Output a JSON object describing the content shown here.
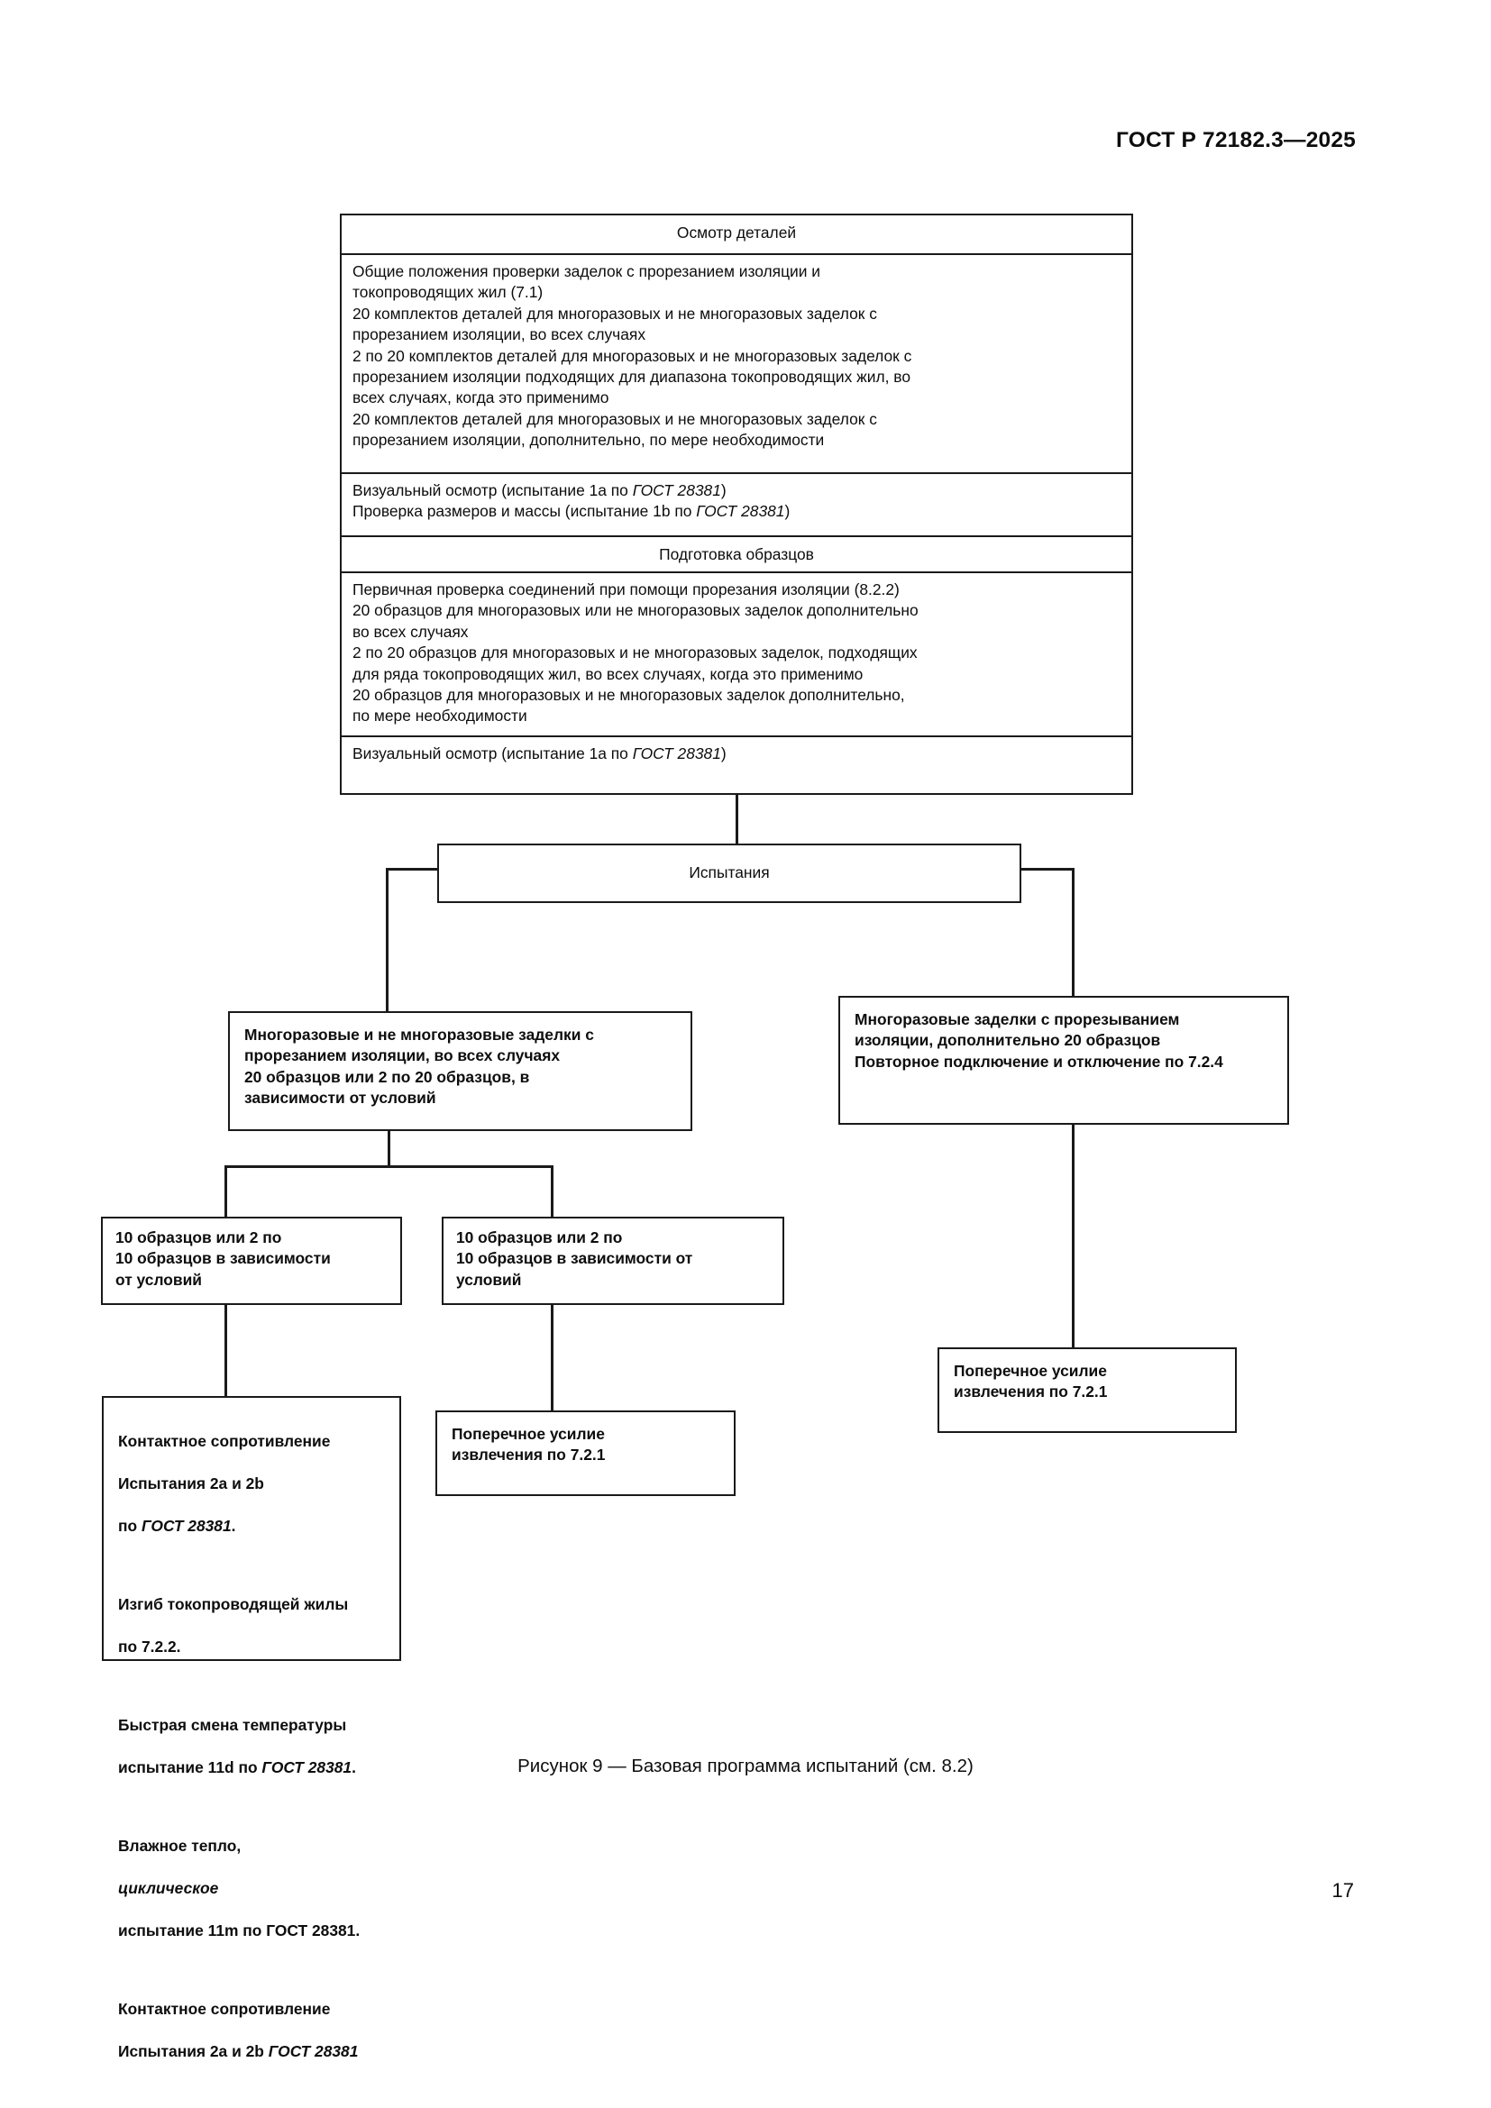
{
  "document": {
    "running_head": "ГОСТ Р 72182.3—2025",
    "page_number": "17",
    "figure_caption": "Рисунок 9 — Базовая программа испытаний (см. 8.2)"
  },
  "flowchart": {
    "title": "Базовая программа испытаний",
    "inspection_table": {
      "header_parts": "Осмотр деталей",
      "parts_requirements": "Общие положения проверки заделок с прорезанием изоляции и\nтокопроводящих жил (7.1)\n20 комплектов деталей для многоразовых и не многоразовых заделок с\nпрорезанием изоляции, во всех случаях\n2 по 20 комплектов деталей для многоразовых и не многоразовых заделок с\nпрорезанием изоляции подходящих для диапазона токопроводящих жил, во\nвсех случаях, когда это применимо\n20 комплектов деталей для многоразовых и не многоразовых заделок с\nпрорезанием изоляции, дополнительно, по мере необходимости",
      "visual_check_line1_a": "Визуальный осмотр (испытание 1a по ",
      "visual_check_line1_std": "ГОСТ 28381",
      "visual_check_line1_b": ")",
      "visual_check_line2_a": "Проверка размеров и массы (испытание 1b по ",
      "visual_check_line2_std": "ГОСТ 28381",
      "visual_check_line2_b": ")",
      "header_samples": "Подготовка образцов",
      "samples_requirements": "Первичная проверка соединений при помощи прорезания изоляции (8.2.2)\n20 образцов для многоразовых или не многоразовых заделок дополнительно\nво всех случаях\n2 по 20 образцов для многоразовых и не многоразовых заделок, подходящих\nдля ряда токопроводящих жил, во всех случаях, когда это применимо\n20 образцов для многоразовых и не многоразовых заделок дополнительно,\nпо мере необходимости",
      "final_visual_a": "Визуальный осмотр (испытание 1a по ",
      "final_visual_std": "ГОСТ 28381",
      "final_visual_b": ")"
    },
    "tests_node": "Испытания",
    "branch_left": "Многоразовые и не многоразовые заделки с\nпрорезанием изоляции, во всех случаях\n20 образцов или 2 по 20 образцов, в\nзависимости от условий",
    "branch_right": "Многоразовые заделки с прорезыванием\nизоляции, дополнительно 20 образцов\nПовторное подключение и отключение по 7.2.4",
    "samples_left": "10 образцов или 2 по\n10 образцов в зависимости\nот условий",
    "samples_right": "10 образцов или 2 по\n10 образцов в зависимости от\nусловий",
    "tests_detail": {
      "g1_l1": "Контактное сопротивление",
      "g1_l2": "Испытания 2a и 2b",
      "g1_l3_a": "по ",
      "g1_l3_std": "ГОСТ 28381",
      "g1_l3_b": ".",
      "g2_l1": "Изгиб токопроводящей жилы",
      "g2_l2": "по 7.2.2.",
      "g3_l1": "Быстрая смена температуры",
      "g3_l2_a": "испытание 11d по ",
      "g3_l2_std": "ГОСТ 28381",
      "g3_l2_b": ".",
      "g4_l1": "Влажное тепло,",
      "g4_l2_ital": "циклическое",
      "g4_l3": "испытание 11m по ГОСТ 28381.",
      "g5_l1": "Контактное сопротивление",
      "g5_l2_a": "Испытания 2a и 2b ",
      "g5_l2_std": "ГОСТ 28381"
    },
    "pullout_middle": "Поперечное усилие\nизвлечения по 7.2.1",
    "pullout_right": "Поперечное усилие\nизвлечения по 7.2.1"
  },
  "colors": {
    "ink": "#1a1a1a",
    "paper": "#ffffff"
  }
}
